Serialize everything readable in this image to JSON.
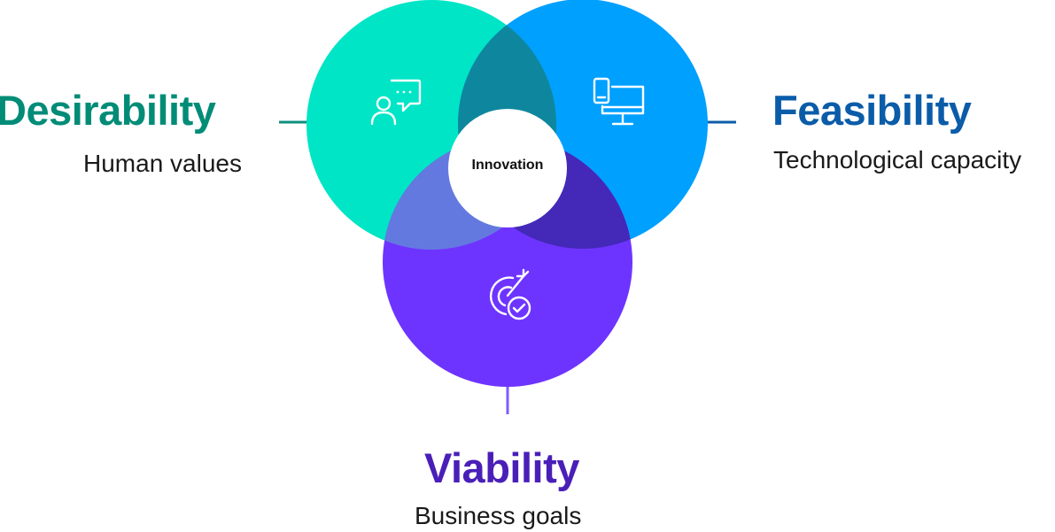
{
  "center": {
    "label": "Innovation"
  },
  "circles": {
    "desirability": {
      "title": "Desirability",
      "subtitle": "Human values",
      "color": "#00E5C6",
      "title_color": "#008C77",
      "icon": "user-chat-icon"
    },
    "feasibility": {
      "title": "Feasibility",
      "subtitle": "Technological capacity",
      "color": "#00A0FF",
      "title_color": "#0B5CA8",
      "icon": "devices-icon"
    },
    "viability": {
      "title": "Viability",
      "subtitle": "Business goals",
      "color": "#6E34FF",
      "title_color": "#4A1FB8",
      "icon": "target-check-icon"
    }
  },
  "overlap_colors": {
    "desirability_feasibility": "#0E879E",
    "desirability_viability": "#6479E0",
    "feasibility_viability": "#4428B8"
  },
  "connector_colors": {
    "desirability": "#0F8F7E",
    "feasibility": "#0B5CA8",
    "viability": "#7C5CFF"
  }
}
